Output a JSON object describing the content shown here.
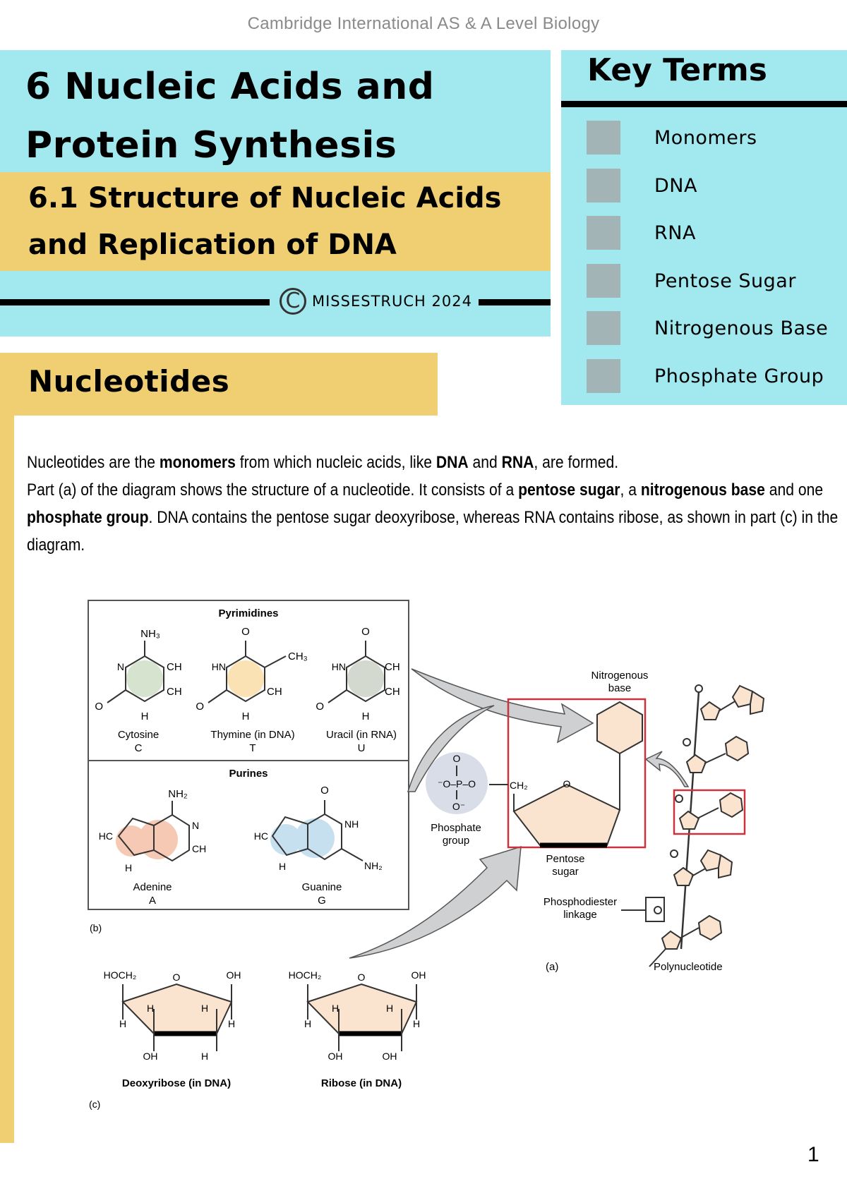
{
  "header": {
    "running_head": "Cambridge International AS & A Level Biology",
    "chapter_title_line1": "6 Nucleic Acids and",
    "chapter_title_line2": "Protein Synthesis",
    "subtitle_line1": "6.1 Structure of Nucleic Acids",
    "subtitle_line2": "and Replication of DNA",
    "copyright_symbol": "C",
    "copyright_text": "MISSESTRUCH 2024"
  },
  "key_terms": {
    "title": "Key Terms",
    "items": [
      {
        "label": "Monomers",
        "checked": false
      },
      {
        "label": "DNA",
        "checked": false
      },
      {
        "label": "RNA",
        "checked": false
      },
      {
        "label": "Pentose Sugar",
        "checked": false
      },
      {
        "label": "Nitrogenous Base",
        "checked": false
      },
      {
        "label": "Phosphate Group",
        "checked": false
      }
    ]
  },
  "section": {
    "heading": "Nucleotides",
    "paragraph": [
      {
        "t": "Nucleotides are the ",
        "b": false
      },
      {
        "t": "monomers",
        "b": true
      },
      {
        "t": " from which nucleic acids, like ",
        "b": false
      },
      {
        "t": "DNA",
        "b": true
      },
      {
        "t": " and ",
        "b": false
      },
      {
        "t": "RNA",
        "b": true
      },
      {
        "t": ", are formed.",
        "b": false
      },
      {
        "br": true
      },
      {
        "t": "Part (a) of the diagram shows the structure of a nucleotide. It consists of a ",
        "b": false
      },
      {
        "t": "pentose sugar",
        "b": true
      },
      {
        "t": ", a ",
        "b": false
      },
      {
        "t": "nitrogenous base",
        "b": true
      },
      {
        "t": " and one ",
        "b": false
      },
      {
        "t": "phosphate group",
        "b": true
      },
      {
        "t": ". DNA contains the pentose sugar deoxyribose, whereas RNA contains ribose, as shown in part (c) in the diagram.",
        "b": false
      }
    ]
  },
  "diagram": {
    "pyrimidines_title": "Pyrimidines",
    "purines_title": "Purines",
    "bases": [
      {
        "name": "Cytosine",
        "letter": "C",
        "color": "#d5e3cf"
      },
      {
        "name": "Thymine (in DNA)",
        "letter": "T",
        "color": "#fbe2b5"
      },
      {
        "name": "Uracil (in RNA)",
        "letter": "U",
        "color": "#d4d9d0"
      },
      {
        "name": "Adenine",
        "letter": "A",
        "color": "#f6c9b5"
      },
      {
        "name": "Guanine",
        "letter": "G",
        "color": "#c6e0f0"
      }
    ],
    "atoms": {
      "nh3": "NH₃",
      "nh2": "NH₂",
      "o": "O",
      "c": "C",
      "n": "N",
      "ch": "CH",
      "hn": "HN",
      "nh": "NH",
      "h": "H",
      "hc": "HC",
      "ch3": "CH₃"
    },
    "part_b_label": "(b)",
    "part_a_label": "(a)",
    "part_c_label": "(c)",
    "nitrogenous_base_label_1": "Nitrogenous",
    "nitrogenous_base_label_2": "base",
    "phosphate_label_1": "Phosphate",
    "phosphate_label_2": "group",
    "pentose_label_1": "Pentose",
    "pentose_label_2": "sugar",
    "phosphodiester_label_1": "Phosphodiester",
    "phosphodiester_label_2": "linkage",
    "polynucleotide_label": "Polynucleotide",
    "phosphate_formula": {
      "top_o": "O",
      "left": "⁻O–P–O",
      "bottom": "O⁻",
      "ch2": "CH₂"
    },
    "sugars": [
      {
        "name": "Deoxyribose (in DNA)",
        "c5": "HOCH₂",
        "ring_o": "O",
        "c1": "OH",
        "c4h": "H",
        "c3h": "H",
        "c2h": "H",
        "c1h": "H",
        "c3_sub": "OH",
        "c2_sub": "H"
      },
      {
        "name": "Ribose (in DNA)",
        "c5": "HOCH₂",
        "ring_o": "O",
        "c1": "OH",
        "c4h": "H",
        "c3h": "H",
        "c2h": "H",
        "c1h": "H",
        "c3_sub": "OH",
        "c2_sub": "OH"
      }
    ],
    "colors": {
      "highlight_box": "#c9333e",
      "sugar_fill": "#fbe4cf",
      "phosphate_fill": "#d8dde8",
      "arrow_fill": "#cfd0d2"
    }
  },
  "footer": {
    "page_number": "1"
  },
  "colors": {
    "cyan": "#a1e9ef",
    "yellow": "#f0cf72",
    "checkbox": "#a3b4b7"
  }
}
